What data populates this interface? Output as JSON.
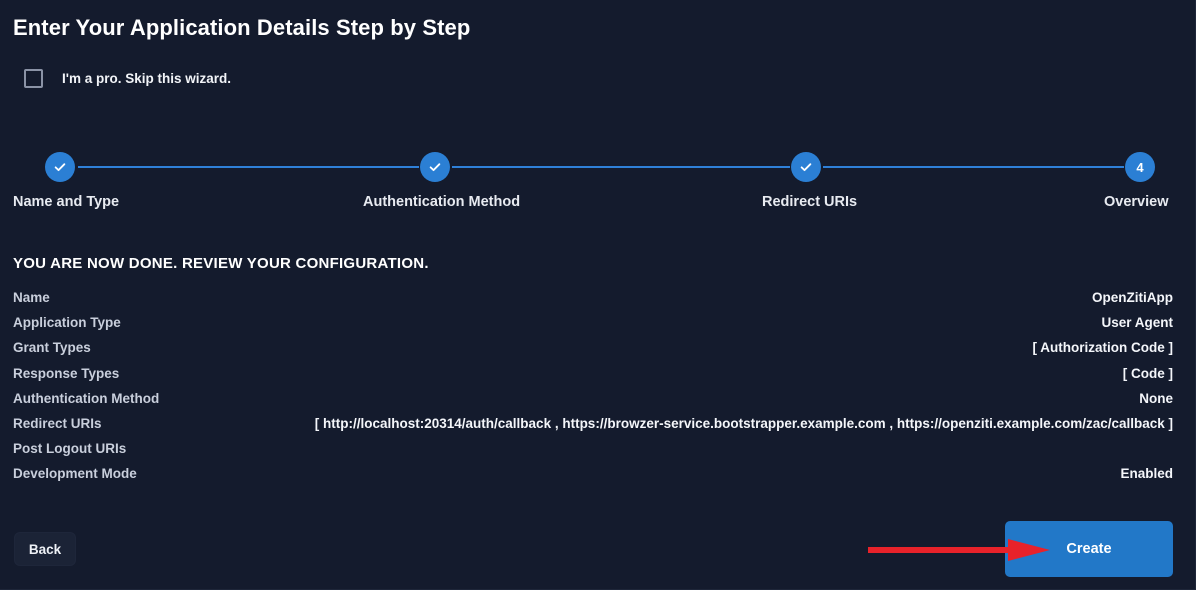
{
  "page": {
    "title": "Enter Your Application Details Step by Step"
  },
  "skip": {
    "label": "I'm a pro. Skip this wizard.",
    "checked": false
  },
  "stepper": {
    "steps": [
      {
        "label": "Name and Type",
        "number": "1",
        "state": "complete",
        "glyph": "check"
      },
      {
        "label": "Authentication Method",
        "number": "2",
        "state": "complete",
        "glyph": "check"
      },
      {
        "label": "Redirect URIs",
        "number": "3",
        "state": "complete",
        "glyph": "check"
      },
      {
        "label": "Overview",
        "number": "4",
        "state": "current",
        "glyph": "number"
      }
    ],
    "accent_color": "#2b7fd4",
    "line_color": "#2f80d8"
  },
  "review": {
    "heading": "YOU ARE NOW DONE. REVIEW YOUR CONFIGURATION.",
    "rows": [
      {
        "key": "Name",
        "value": "OpenZitiApp"
      },
      {
        "key": "Application Type",
        "value": "User Agent"
      },
      {
        "key": "Grant Types",
        "value": "[ Authorization Code ]"
      },
      {
        "key": "Response Types",
        "value": "[ Code ]"
      },
      {
        "key": "Authentication Method",
        "value": "None"
      },
      {
        "key": "Redirect URIs",
        "value": "[ http://localhost:20314/auth/callback , https://browzer-service.bootstrapper.example.com , https://openziti.example.com/zac/callback ]"
      },
      {
        "key": "Post Logout URIs",
        "value": ""
      },
      {
        "key": "Development Mode",
        "value": "Enabled"
      }
    ]
  },
  "footer": {
    "back_label": "Back",
    "create_label": "Create",
    "create_color": "#2278c8"
  },
  "annotation": {
    "arrow_color": "#e8222a",
    "points_to": "create-button"
  },
  "theme": {
    "background": "#141b2d",
    "text_primary": "#f4f6fa",
    "text_secondary": "#c9cfdc",
    "accent": "#2b7fd4"
  }
}
